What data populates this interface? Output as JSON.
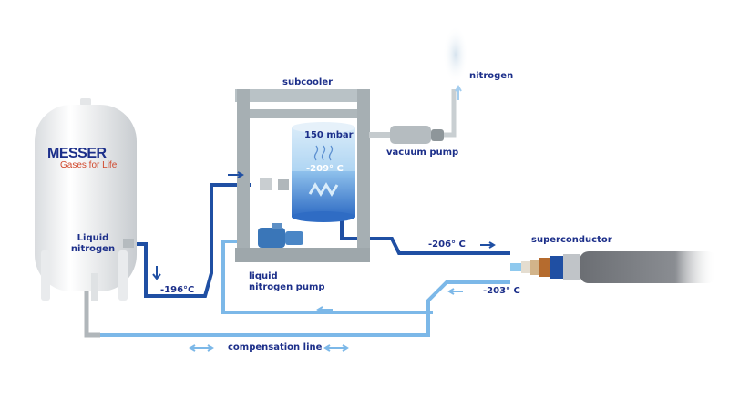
{
  "diagram": {
    "title": "Liquid nitrogen subcooling system for superconductor cooling",
    "brand": {
      "name": "MESSER",
      "tagline": "Gases for Life",
      "colors": {
        "brand_blue": "#1c2f8a",
        "brand_red": "#d0482c"
      }
    },
    "components": {
      "tank": "Liquid nitrogen",
      "subcooler": "subcooler",
      "vacuum_pump": "vacuum pump",
      "exhaust": "nitrogen",
      "pump_line1": "liquid",
      "pump_line2": "nitrogen pump",
      "cable": "superconductor",
      "compensation": "compensation line"
    },
    "readings": {
      "supply_temp": "-196°C",
      "bath_pressure": "150 mbar",
      "bath_temp": "-209° C",
      "outlet_temp": "-206° C",
      "return_temp": "-203° C"
    },
    "colors": {
      "cold_line": "#1f4fa3",
      "return_line": "#7cb8e8",
      "frame": "#b9c2c6",
      "liquid": "#3d7fd0"
    }
  }
}
